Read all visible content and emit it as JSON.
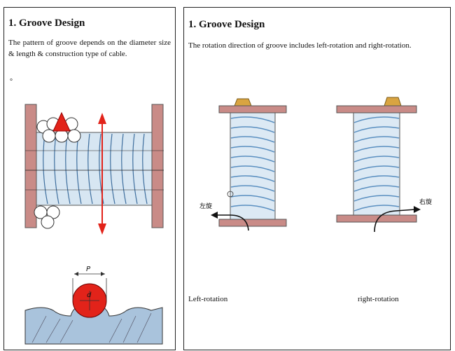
{
  "left_panel": {
    "title": "1. Groove Design",
    "description": "The pattern of groove depends on the diameter size & length & construction type of cable.",
    "bullet": "°",
    "pitch_label": "P",
    "diameter_label": "d"
  },
  "right_panel": {
    "title": "1. Groove Design",
    "description": "The rotation direction of groove includes left-rotation and right-rotation.",
    "left_arrow_label": "左旋",
    "right_arrow_label": "右旋",
    "left_caption": "Left-rotation",
    "right_caption": "right-rotation"
  },
  "colors": {
    "flange": "#c98b87",
    "drum": "#cfe0ee",
    "groove": "#5a8fc0",
    "arrow": "#e2231a",
    "cap": "#d9a441",
    "ground": "#9db8d3"
  }
}
